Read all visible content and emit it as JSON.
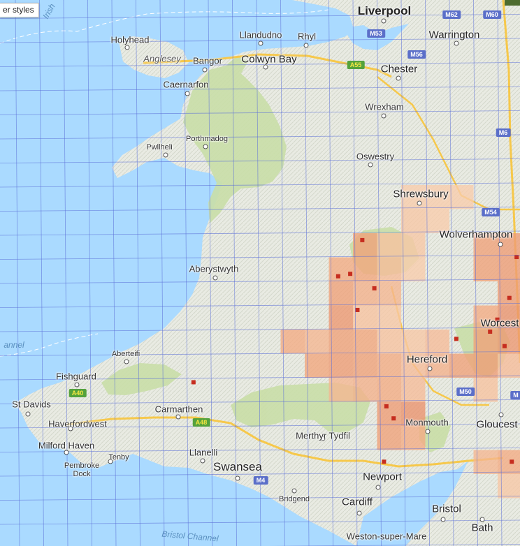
{
  "controls": {
    "style_label": "er styles"
  },
  "colors": {
    "sea": "#aadaff",
    "land": "#eef0ea",
    "upland": "#c9dea7",
    "grid": "#5b6fd8",
    "heat_low": "#fbdcc1",
    "heat_mid": "#f2a57c",
    "heat_high": "#c62d1f"
  },
  "places": {
    "liverpool": "Liverpool",
    "warrington": "Warrington",
    "holyhead": "Holyhead",
    "llandudno": "Llandudno",
    "rhyl": "Rhyl",
    "anglesey": "Anglesey",
    "bangor": "Bangor",
    "colwyn_bay": "Colwyn Bay",
    "chester": "Chester",
    "caernarfon": "Caernarfon",
    "wrexham": "Wrexham",
    "porthmadog": "Porthmadog",
    "pwllheli": "Pwllheli",
    "oswestry": "Oswestry",
    "shrewsbury": "Shrewsbury",
    "wolverhampton": "Wolverhampton",
    "aberystwyth": "Aberystwyth",
    "worcester": "Worcest",
    "aberteifi": "Aberteifi",
    "hereford": "Hereford",
    "fishguard": "Fishguard",
    "st_davids": "St Davids",
    "carmarthen": "Carmarthen",
    "haverfordwest": "Haverfordwest",
    "monmouth": "Monmouth",
    "gloucester": "Gloucest",
    "milford_haven": "Milford Haven",
    "tenby": "Tenby",
    "llanelli": "Llanelli",
    "merthyr": "Merthyr Tydfil",
    "pembroke": "Pembroke\nDock",
    "swansea": "Swansea",
    "newport": "Newport",
    "bridgend": "Bridgend",
    "cardiff": "Cardiff",
    "bristol": "Bristol",
    "weston": "Weston-super-Mare",
    "bath": "Bath"
  },
  "water": {
    "irish_sea": "Irish",
    "channel": "annel",
    "bristol_channel": "Bristol Channel"
  },
  "roads": {
    "m62": "M62",
    "m60": "M60",
    "m53": "M53",
    "m56": "M56",
    "a55": "A55",
    "m6": "M6",
    "m54": "M54",
    "m4": "M4",
    "m50": "M50",
    "a40": "A40",
    "a48": "A48",
    "m5": "M"
  },
  "heatmap": {
    "cells": [
      {
        "col": 2,
        "row": 0,
        "level": 0.15
      },
      {
        "col": 3,
        "row": 0,
        "level": 0.15
      },
      {
        "col": 4,
        "row": 0,
        "level": 0.15
      },
      {
        "col": 2,
        "row": 1,
        "level": 0.2
      },
      {
        "col": 3,
        "row": 1,
        "level": 0.15
      },
      {
        "col": 0,
        "row": 2,
        "level": 0.55
      },
      {
        "col": 1,
        "row": 2,
        "level": 0.25
      },
      {
        "col": 2,
        "row": 2,
        "level": 0.2
      },
      {
        "col": 5,
        "row": 2,
        "level": 0.55
      },
      {
        "col": 6,
        "row": 2,
        "level": 0.6
      },
      {
        "col": -1,
        "row": 3,
        "level": 0.45
      },
      {
        "col": 0,
        "row": 3,
        "level": 0.5
      },
      {
        "col": 1,
        "row": 3,
        "level": 0.3
      },
      {
        "col": 2,
        "row": 3,
        "level": 0.15
      },
      {
        "col": 5,
        "row": 3,
        "level": 0.55
      },
      {
        "col": 6,
        "row": 3,
        "level": 0.6
      },
      {
        "col": -1,
        "row": 4,
        "level": 0.55
      },
      {
        "col": 0,
        "row": 4,
        "level": 0.4
      },
      {
        "col": 1,
        "row": 4,
        "level": 0.35
      },
      {
        "col": 6,
        "row": 4,
        "level": 0.6
      },
      {
        "col": -1,
        "row": 5,
        "level": 0.65
      },
      {
        "col": 0,
        "row": 5,
        "level": 0.25
      },
      {
        "col": 1,
        "row": 5,
        "level": 0.2
      },
      {
        "col": 5,
        "row": 5,
        "level": 0.45
      },
      {
        "col": 6,
        "row": 5,
        "level": 0.7
      },
      {
        "col": -3,
        "row": 6,
        "level": 0.45
      },
      {
        "col": -2,
        "row": 6,
        "level": 0.35
      },
      {
        "col": -1,
        "row": 6,
        "level": 0.55
      },
      {
        "col": 0,
        "row": 6,
        "level": 0.5
      },
      {
        "col": 1,
        "row": 6,
        "level": 0.25
      },
      {
        "col": 2,
        "row": 6,
        "level": 0.2
      },
      {
        "col": 3,
        "row": 6,
        "level": 0.3
      },
      {
        "col": 5,
        "row": 6,
        "level": 0.55
      },
      {
        "col": 6,
        "row": 6,
        "level": 0.65
      },
      {
        "col": -2,
        "row": 7,
        "level": 0.5
      },
      {
        "col": -1,
        "row": 7,
        "level": 0.6
      },
      {
        "col": 0,
        "row": 7,
        "level": 0.55
      },
      {
        "col": 1,
        "row": 7,
        "level": 0.45
      },
      {
        "col": 2,
        "row": 7,
        "level": 0.3
      },
      {
        "col": 3,
        "row": 7,
        "level": 0.4
      },
      {
        "col": 4,
        "row": 7,
        "level": 0.55
      },
      {
        "col": 5,
        "row": 7,
        "level": 0.6
      },
      {
        "col": 6,
        "row": 7,
        "level": 0.3
      },
      {
        "col": -1,
        "row": 8,
        "level": 0.35
      },
      {
        "col": 0,
        "row": 8,
        "level": 0.4
      },
      {
        "col": 1,
        "row": 8,
        "level": 0.45
      },
      {
        "col": 2,
        "row": 8,
        "level": 0.3
      },
      {
        "col": 5,
        "row": 8,
        "level": 0.25
      },
      {
        "col": 1,
        "row": 9,
        "level": 0.6
      },
      {
        "col": 2,
        "row": 9,
        "level": 0.7
      },
      {
        "col": 1,
        "row": 10,
        "level": 0.55
      },
      {
        "col": 2,
        "row": 10,
        "level": 0.45
      },
      {
        "col": 5,
        "row": 11,
        "level": 0.35
      },
      {
        "col": 6,
        "row": 11,
        "level": 0.45
      },
      {
        "col": 6,
        "row": 12,
        "level": 0.2
      }
    ],
    "hotspots": [
      {
        "col": 0.3,
        "row": 2.2
      },
      {
        "col": -0.7,
        "row": 3.7
      },
      {
        "col": -0.2,
        "row": 3.6
      },
      {
        "col": 0.8,
        "row": 4.2
      },
      {
        "col": 0.1,
        "row": 5.1
      },
      {
        "col": 4.2,
        "row": 6.3
      },
      {
        "col": 6.2,
        "row": 6.6
      },
      {
        "col": 6.7,
        "row": 2.9
      },
      {
        "col": 5.6,
        "row": 6.0
      },
      {
        "col": 1.6,
        "row": 9.6
      },
      {
        "col": 1.3,
        "row": 9.1
      },
      {
        "col": 5.9,
        "row": 5.5
      },
      {
        "col": 6.5,
        "row": 11.4
      },
      {
        "col": 1.2,
        "row": 11.4
      },
      {
        "col": -6.7,
        "row": 8.1
      },
      {
        "col": 6.4,
        "row": 4.6
      }
    ]
  }
}
